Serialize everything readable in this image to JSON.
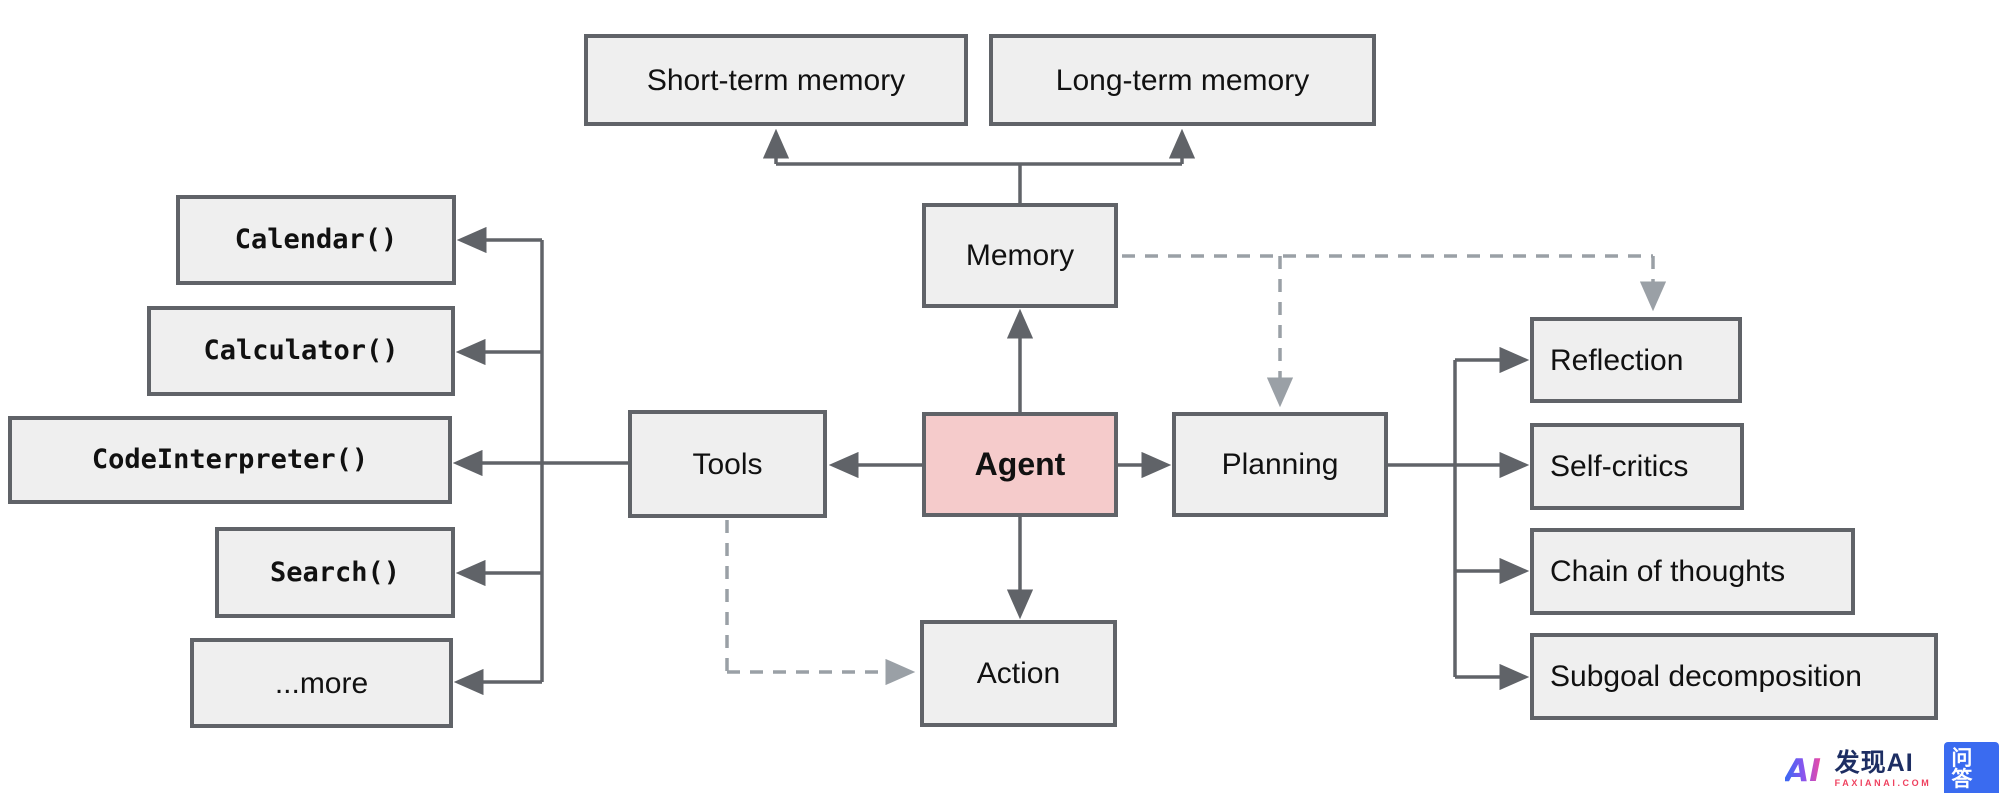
{
  "diagram": {
    "nodes": {
      "agent": {
        "label": "Agent"
      },
      "memory": {
        "label": "Memory"
      },
      "tools": {
        "label": "Tools"
      },
      "planning": {
        "label": "Planning"
      },
      "action": {
        "label": "Action"
      },
      "short_term_memory": {
        "label": "Short-term memory"
      },
      "long_term_memory": {
        "label": "Long-term memory"
      }
    },
    "tool_items": [
      {
        "label": "Calendar()"
      },
      {
        "label": "Calculator()"
      },
      {
        "label": "CodeInterpreter()"
      },
      {
        "label": "Search()"
      },
      {
        "label": "...more"
      }
    ],
    "planning_items": [
      {
        "label": "Reflection"
      },
      {
        "label": "Self-critics"
      },
      {
        "label": "Chain of thoughts"
      },
      {
        "label": "Subgoal decomposition"
      }
    ],
    "colors": {
      "box_fill": "#efefef",
      "agent_fill": "#f5cbcb",
      "box_border": "#606368",
      "solid_line": "#606368",
      "dashed_line": "#9aa0a6",
      "text": "#111111"
    }
  },
  "watermark": {
    "logo_monogram": "AI",
    "brand": "发现AI",
    "domain": "FAXIANAI.COM",
    "badge": "问答",
    "colors": {
      "brand_text": "#1d2e63",
      "domain_text": "#ef415f",
      "badge_bg": "#3a6bf0",
      "logo_gradient_start": "#2b6cf3",
      "logo_gradient_end": "#ef48a0"
    }
  }
}
